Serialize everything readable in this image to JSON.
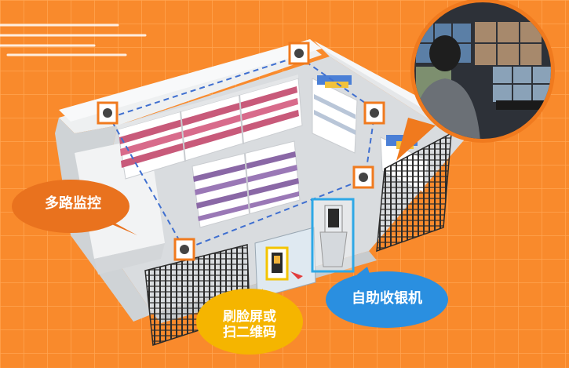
{
  "colors": {
    "background": "#f98a2c",
    "grid_line": "#ffa552",
    "camera_box": "#f07a1e",
    "dashed_line": "#3f6fd0",
    "scanner_box": "#f3c400",
    "kiosk_box": "#2ea8e6",
    "bubble_orange": "#e9721e",
    "bubble_yellow": "#f5b500",
    "bubble_blue": "#2a8fe0"
  },
  "labels": {
    "multi_monitor": "多路监控",
    "face_scan_line1": "刷脸屏或",
    "face_scan_line2": "扫二维码",
    "self_checkout": "自助收银机"
  },
  "icons": {
    "camera": "security-camera-icon",
    "scanner": "face-scanner-icon",
    "kiosk": "self-checkout-kiosk-icon"
  }
}
